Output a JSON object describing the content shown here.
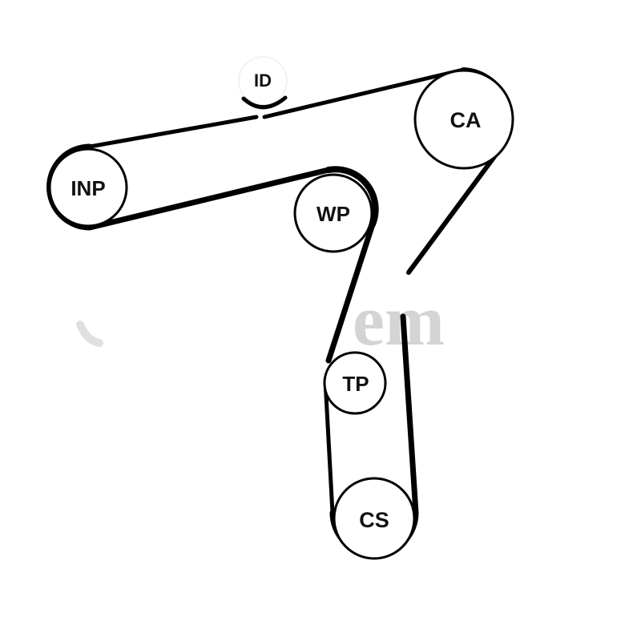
{
  "diagram": {
    "pulleys": [
      {
        "id": "inp",
        "label": "INP"
      },
      {
        "id": "ca",
        "label": "CA"
      },
      {
        "id": "wp",
        "label": "WP"
      },
      {
        "id": "tp",
        "label": "TP"
      },
      {
        "id": "cs",
        "label": "CS"
      },
      {
        "id": "id",
        "label": "ID"
      }
    ],
    "watermark": "em",
    "colors": {
      "belt": "#000000",
      "pulley_fill": "#ffffff",
      "pulley_stroke": "#000000",
      "label": "#111111",
      "watermark": "#d4d4d4"
    }
  }
}
